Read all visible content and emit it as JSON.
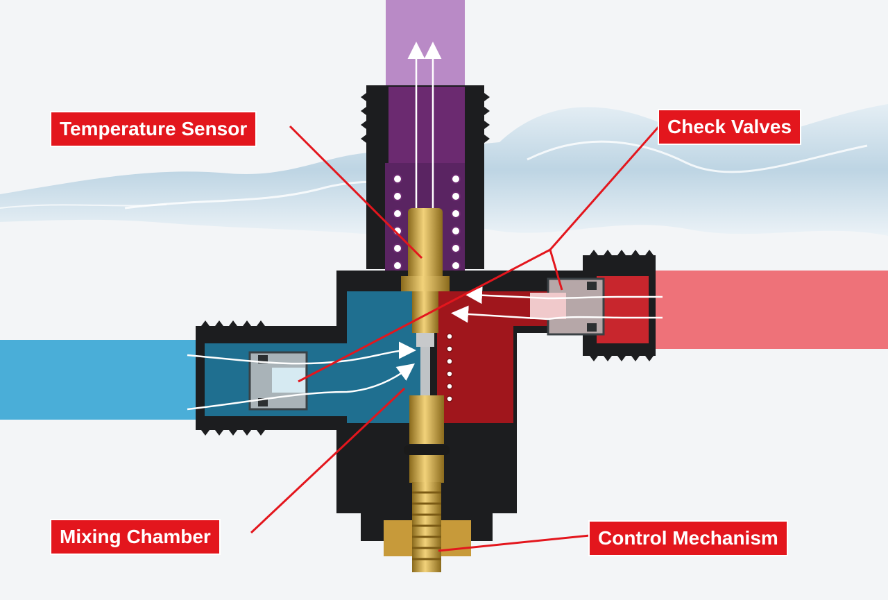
{
  "labels": {
    "temperature_sensor": "Temperature Sensor",
    "check_valves": "Check Valves",
    "mixing_chamber": "Mixing Chamber",
    "control_mechanism": "Control Mechanism"
  },
  "colors": {
    "label_bg": "#e3161d",
    "leader_line": "#e3161d",
    "cold_water": "#4aaed8",
    "hot_water": "#e8454c",
    "mixed_water": "#b98ac6",
    "valve_body": "#1c1d1f",
    "brass": "#cfa63f",
    "background": "#f3f5f7",
    "water_splash": "#b9d3e3"
  },
  "icons": {
    "flow_arrow": "arrow-icon",
    "spring": "spring-icon"
  }
}
